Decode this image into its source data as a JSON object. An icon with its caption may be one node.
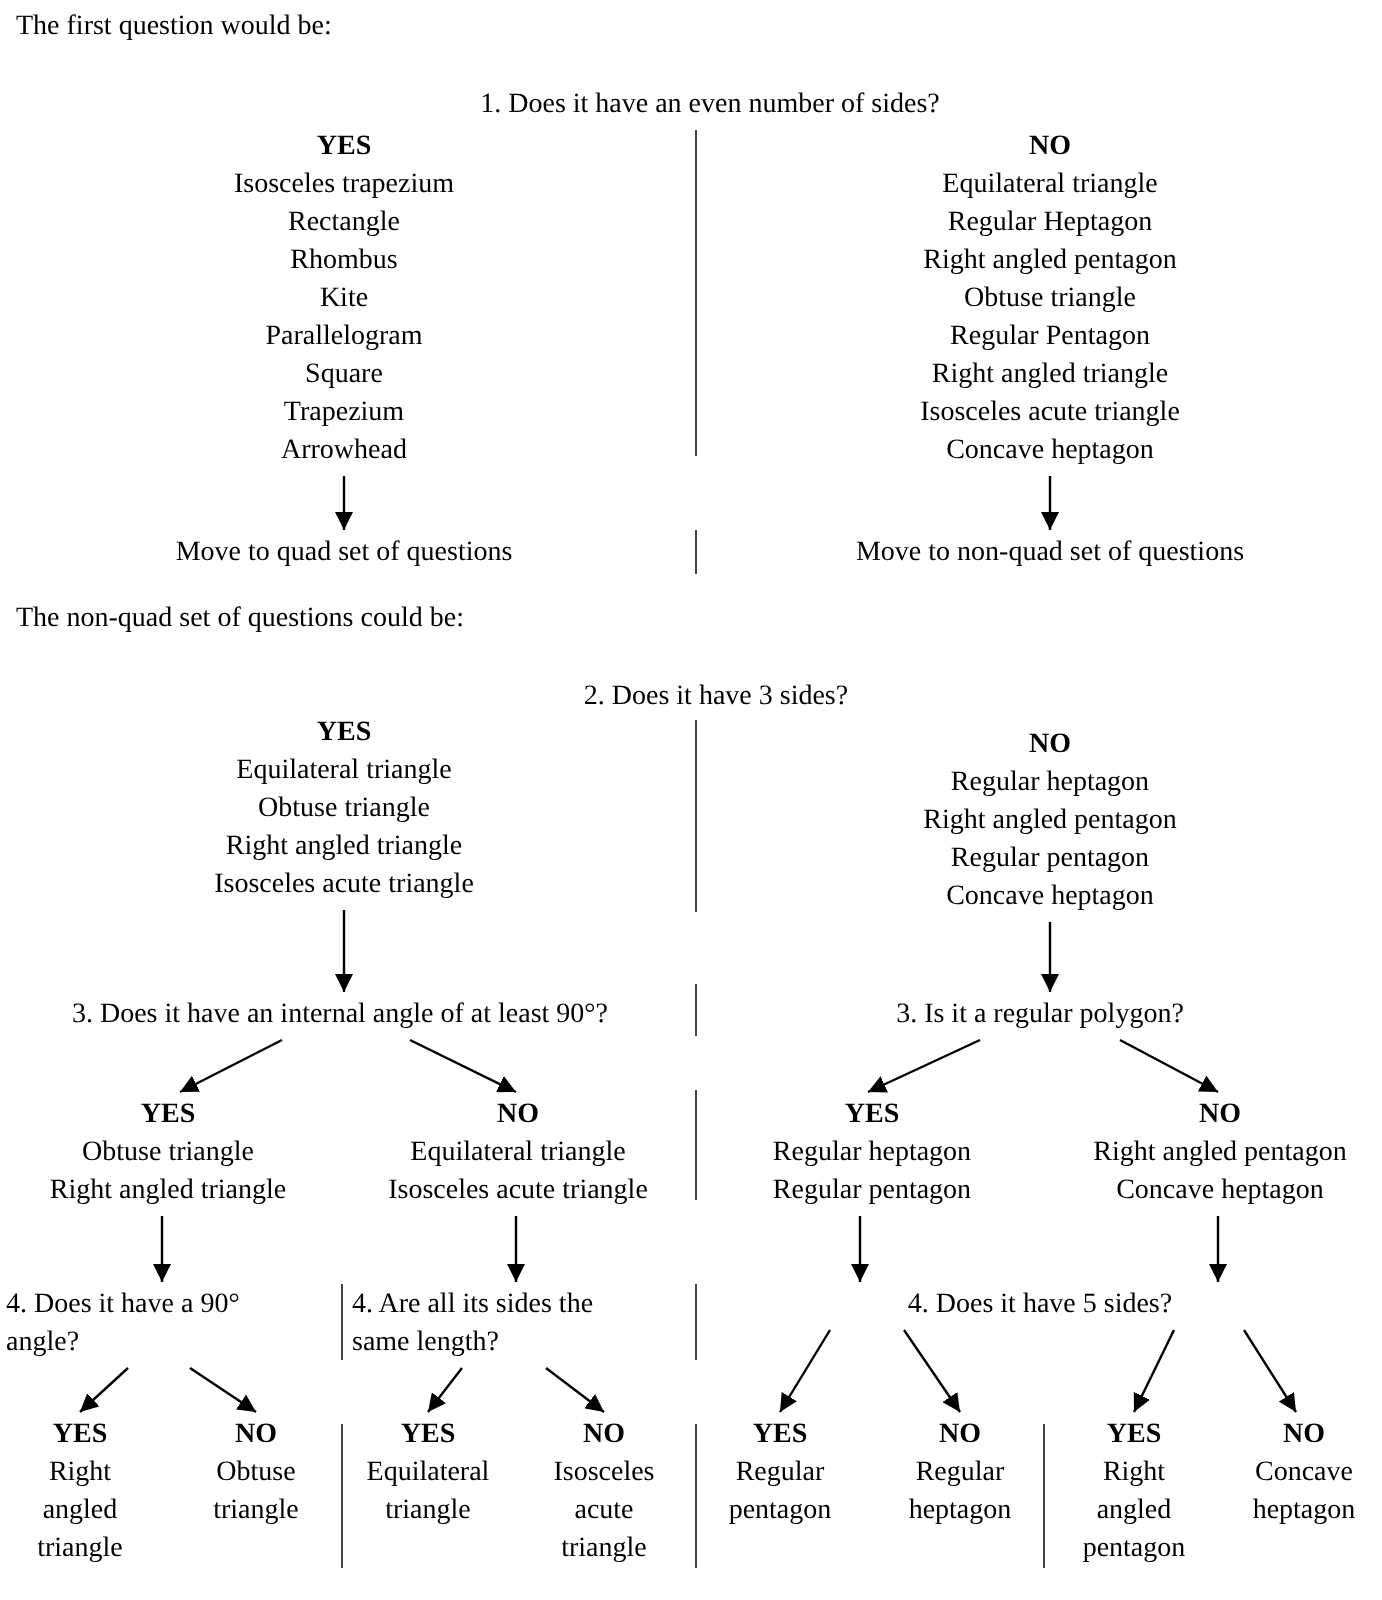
{
  "diagram": {
    "nodes": [
      {
        "text": [
          "YES",
          "Isosceles trapezium",
          "Rectangle",
          "Rhombus",
          "Kite",
          "Parallelogram",
          "Square",
          "Trapezium",
          "Arrowhead"
        ]
      },
      {
        "text": [
          "Move to quad set of questions"
        ]
      },
      {
        "text": [
          "NO",
          "Equilateral triangle",
          "Regular Heptagon",
          "Right angled pentagon",
          "Obtuse triangle",
          "Regular Pentagon",
          "Right angled triangle",
          "Isosceles acute triangle",
          "Concave heptagon"
        ]
      },
      {
        "text": [
          "Move to non-quad set of questions"
        ]
      },
      {
        "text": [
          "YES",
          "Equilateral triangle",
          "Obtuse triangle",
          "Right angled triangle",
          "Isosceles acute triangle"
        ]
      },
      {
        "text": [
          "3. Does it have an internal angle of at least 90°?"
        ]
      },
      {
        "text": [
          "NO",
          "Regular heptagon",
          "Right angled pentagon",
          "Regular pentagon",
          "Concave heptagon"
        ]
      },
      {
        "text": [
          "3. Is it a regular polygon?"
        ]
      },
      {
        "text": [
          "YES",
          "Obtuse triangle",
          "Right angled triangle"
        ]
      },
      {
        "text": [
          "NO",
          "Equilateral triangle",
          "Isosceles acute triangle"
        ]
      },
      {
        "text": [
          "YES",
          "Regular heptagon",
          "Regular pentagon"
        ]
      },
      {
        "text": [
          "NO",
          "Right angled pentagon",
          "Concave heptagon"
        ]
      },
      {
        "text": [
          "4. Does it have a 90° angle?"
        ]
      },
      {
        "text": [
          "4. Are all its sides the same length?"
        ]
      },
      {
        "text": [
          "4. Does it have 5 sides?"
        ]
      },
      {
        "text": [
          "YES",
          "Right angled triangle"
        ]
      },
      {
        "text": [
          "NO",
          "Obtuse triangle"
        ]
      },
      {
        "text": [
          "YES",
          "Equilateral triangle"
        ]
      },
      {
        "text": [
          "NO",
          "Isosceles acute triangle"
        ]
      },
      {
        "text": [
          "YES",
          "Regular pentagon"
        ]
      },
      {
        "text": [
          "NO",
          "Regular heptagon"
        ]
      },
      {
        "text": [
          "YES",
          "Right angled pentagon"
        ]
      },
      {
        "text": [
          "NO",
          "Concave heptagon"
        ]
      }
    ],
    "edges": [
      {
        "from": 0,
        "to": 1,
        "arrow": "to"
      },
      {
        "from": 2,
        "to": 3,
        "arrow": "to"
      },
      {
        "from": 4,
        "to": 5,
        "arrow": "to"
      },
      {
        "from": 6,
        "to": 7,
        "arrow": "to"
      },
      {
        "from": 5,
        "to": 8,
        "arrow": "to"
      },
      {
        "from": 5,
        "to": 9,
        "arrow": "to"
      },
      {
        "from": 7,
        "to": 10,
        "arrow": "to"
      },
      {
        "from": 7,
        "to": 11,
        "arrow": "to"
      },
      {
        "from": 8,
        "to": 12,
        "arrow": "to"
      },
      {
        "from": 9,
        "to": 13,
        "arrow": "to"
      },
      {
        "from": 10,
        "to": 14,
        "arrow": "to"
      },
      {
        "from": 11,
        "to": 14,
        "arrow": "to"
      },
      {
        "from": 12,
        "to": 15,
        "arrow": "to"
      },
      {
        "from": 12,
        "to": 16,
        "arrow": "to"
      },
      {
        "from": 13,
        "to": 17,
        "arrow": "to"
      },
      {
        "from": 13,
        "to": 18,
        "arrow": "to"
      },
      {
        "from": 14,
        "to": 19,
        "arrow": "to"
      },
      {
        "from": 14,
        "to": 20,
        "arrow": "to"
      },
      {
        "from": 14,
        "to": 21,
        "arrow": "to"
      },
      {
        "from": 14,
        "to": 22,
        "arrow": "to"
      }
    ],
    "labels": [
      "The first question would be:",
      "1. Does it have an even number of sides?",
      "The non-quad set of questions could be:",
      "2. Does it have 3 sides?"
    ]
  }
}
